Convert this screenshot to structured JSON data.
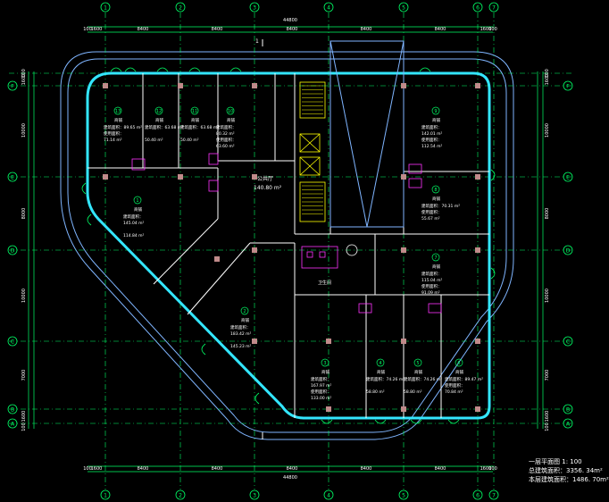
{
  "drawing": {
    "title": "一层平面图",
    "scale": "1: 100",
    "total_area_label": "总建筑面积：3356. 34m²",
    "floor_area_label": "本层建筑面积：1486. 70m²"
  },
  "colors": {
    "background": "#000000",
    "axis_green": "#00ff66",
    "wall_cyan": "#33e6ff",
    "light_blue": "#7fb5ff",
    "yellow": "#ffff00",
    "magenta": "#ff33ff",
    "text_white": "#ffffff",
    "column": "#c08a8a"
  },
  "axes": {
    "vertical": [
      "1",
      "2",
      "3",
      "4",
      "5",
      "6",
      "7"
    ],
    "horizontal": [
      "A",
      "B",
      "C",
      "D",
      "E",
      "F"
    ],
    "top_overall": "44800",
    "bottom_overall": "44800",
    "top_dims": [
      "100",
      "1600",
      "8400",
      "8400",
      "8400",
      "8400",
      "8400",
      "1600",
      "100"
    ],
    "bottom_dims": [
      "100",
      "1600",
      "8400",
      "8400",
      "8400",
      "8400",
      "8400",
      "1600",
      "100"
    ],
    "left_dims": [
      "100",
      "1600",
      "10000",
      "8000",
      "10000",
      "7000",
      "1600",
      "100"
    ],
    "right_dims": [
      "100",
      "1600",
      "10000",
      "8000",
      "10000",
      "7000",
      "1600",
      "100"
    ]
  },
  "rooms": [
    {
      "num": "1",
      "label": "商铺",
      "l1": "建筑面积：",
      "v1": "145.04 m²",
      "l2": "",
      "v2": "114.84 m²"
    },
    {
      "num": "2",
      "label": "商铺",
      "l1": "建筑面积：",
      "v1": "183.42 m²",
      "l2": "",
      "v2": "145.23 m²"
    },
    {
      "num": "3",
      "label": "商铺",
      "l1": "建筑面积：",
      "v1": "167.97 m²",
      "l2": "使用面积：",
      "v2": "133.00 m²"
    },
    {
      "num": "4",
      "label": "商铺",
      "l1": "建筑面积：74.26 m²",
      "v1": "",
      "l2": "",
      "v2": "58.80 m²"
    },
    {
      "num": "5",
      "label": "商铺",
      "l1": "建筑面积：74.26 m²",
      "v1": "",
      "l2": "",
      "v2": "58.80 m²"
    },
    {
      "num": "6",
      "label": "商铺",
      "l1": "建筑面积：89.47 m²",
      "v1": "",
      "l2": "使用面积：",
      "v2": "70.84 m²"
    },
    {
      "num": "7",
      "label": "商铺",
      "l1": "建筑面积：",
      "v1": "115.04 m²",
      "l2": "使用面积：",
      "v2": "91.09 m²"
    },
    {
      "num": "8",
      "label": "商铺",
      "l1": "建筑面积：70.31 m²",
      "v1": "",
      "l2": "使用面积：",
      "v2": "55.67 m²"
    },
    {
      "num": "9",
      "label": "商铺",
      "l1": "建筑面积：",
      "v1": "142.01 m²",
      "l2": "使用面积：",
      "v2": "112.54 m²"
    },
    {
      "num": "10",
      "label": "商铺",
      "l1": "建筑面积：",
      "v1": "80.32 m²",
      "l2": "使用面积：",
      "v2": "63.60 m²"
    },
    {
      "num": "11",
      "label": "商铺",
      "l1": "建筑面积：63.68 m²",
      "v1": "",
      "l2": "",
      "v2": "50.40 m²"
    },
    {
      "num": "12",
      "label": "商铺",
      "l1": "建筑面积：63.68 m²",
      "v1": "",
      "l2": "",
      "v2": "50.40 m²"
    },
    {
      "num": "13",
      "label": "商铺",
      "l1": "建筑面积：89.65 m²",
      "v1": "",
      "l2": "使用面积：",
      "v2": "71.14 m²"
    }
  ],
  "hall": {
    "label": "公共厅",
    "area": "140.80 m²"
  },
  "section_mark": "1",
  "misc_labels": {
    "toilet": "卫生间"
  }
}
